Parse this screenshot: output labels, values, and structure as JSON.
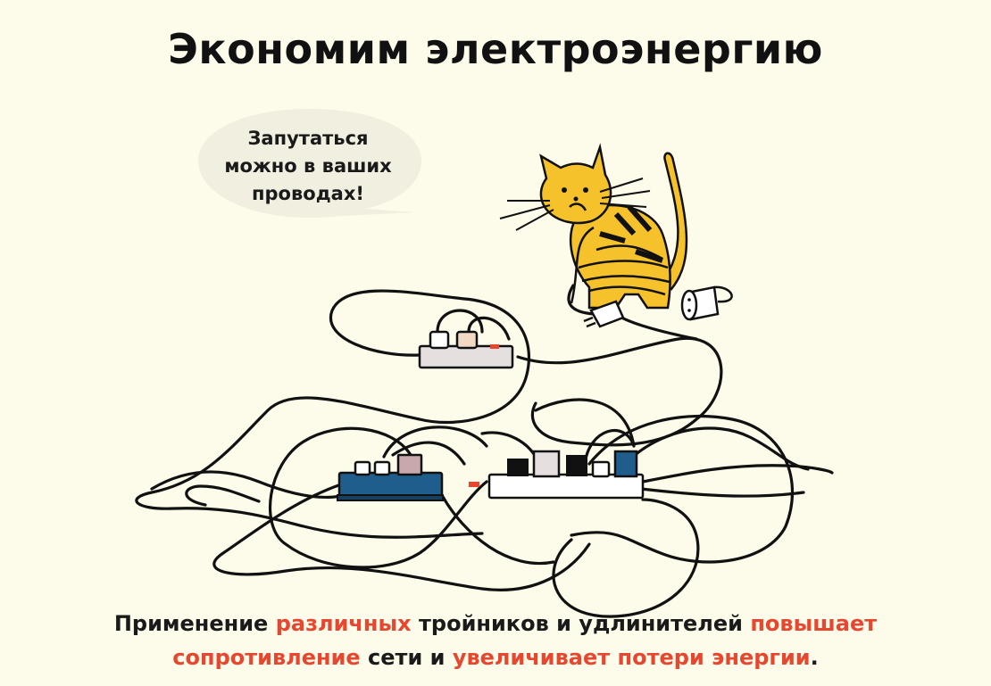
{
  "title": "Экономим электроэнергию",
  "speech_bubble": {
    "lines": [
      "Запутаться",
      "можно в ваших",
      "проводах!"
    ]
  },
  "caption": {
    "line1": [
      {
        "text": "Применение ",
        "highlight": false
      },
      {
        "text": "различных",
        "highlight": true
      },
      {
        "text": " тройников и удлинителей ",
        "highlight": false
      },
      {
        "text": "повышает",
        "highlight": true
      }
    ],
    "line2": [
      {
        "text": "сопротивление",
        "highlight": true
      },
      {
        "text": " сети и ",
        "highlight": false
      },
      {
        "text": "увеличивает потери энергии",
        "highlight": true
      },
      {
        "text": ".",
        "highlight": false
      }
    ]
  },
  "colors": {
    "background": "#fdfbea",
    "highlight": "#e8472f",
    "cat": "#f5c22b",
    "bubble": "#f0efe0",
    "strip_blue": "#1f5e8c",
    "strip_light": "#e6dfe0"
  },
  "illustration": {
    "cat": "cat-tangled-in-cable-icon",
    "power_strips": [
      "power-strip-top-icon",
      "power-strip-blue-icon",
      "power-strip-white-icon"
    ],
    "plug": "plug-icon",
    "socket": "socket-icon"
  }
}
